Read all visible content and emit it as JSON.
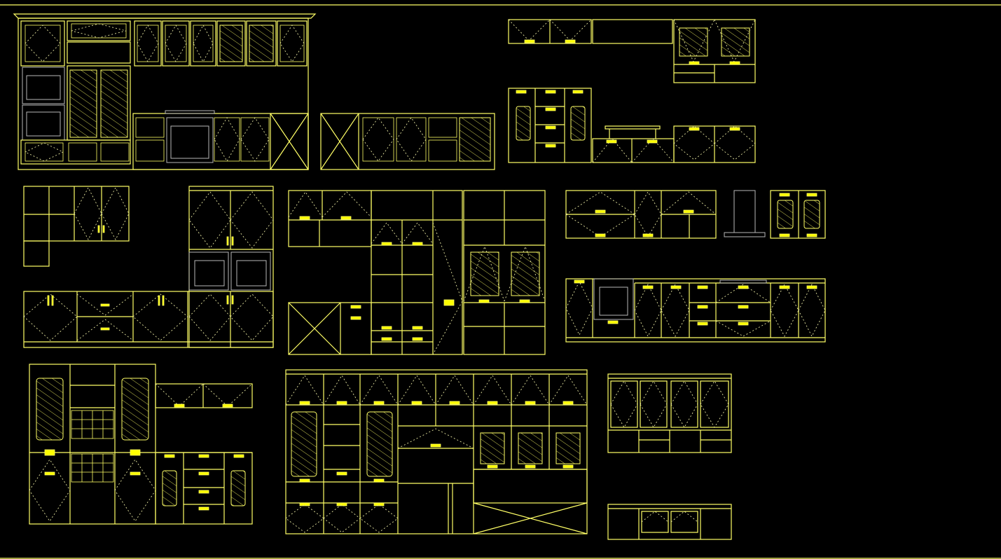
{
  "drawing": {
    "background": "#000000",
    "line_color": "#ffff66",
    "handle_color": "#ffff00",
    "secondary_color": "#b8b8b8",
    "elevation_groups": [
      {
        "id": "traditional-kitchen-elevation-a"
      },
      {
        "id": "traditional-kitchen-elevation-b"
      },
      {
        "id": "modern-kitchen-elevation-c"
      },
      {
        "id": "l-shape-wall-units-d"
      },
      {
        "id": "tall-unit-wall-e"
      },
      {
        "id": "island-wall-units-f"
      },
      {
        "id": "oven-run-g"
      },
      {
        "id": "pantry-wall-h"
      },
      {
        "id": "full-height-storage-i"
      },
      {
        "id": "glazed-top-units-j"
      },
      {
        "id": "bottom-base-run-k"
      }
    ]
  }
}
